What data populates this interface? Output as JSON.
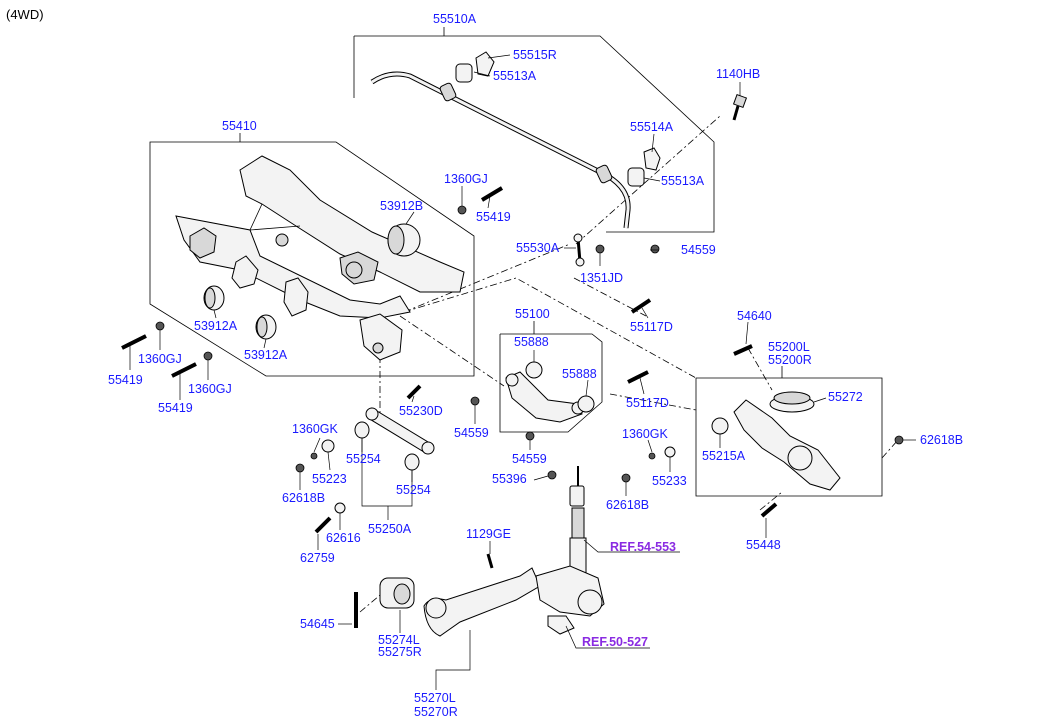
{
  "header": {
    "variant": "(4WD)"
  },
  "labels": {
    "p55510A": "55510A",
    "p55515R": "55515R",
    "p55513A_top": "55513A",
    "p1140HB": "1140HB",
    "p55514A": "55514A",
    "p55513A_right": "55513A",
    "p55530A": "55530A",
    "p54559_right": "54559",
    "p1351JD": "1351JD",
    "p55410": "55410",
    "p1360GJ_top": "1360GJ",
    "p55419_top": "55419",
    "p53912B": "53912B",
    "p53912A_1": "53912A",
    "p53912A_2": "53912A",
    "p1360GJ_1": "1360GJ",
    "p1360GJ_2": "1360GJ",
    "p55419_1": "55419",
    "p55419_2": "55419",
    "p55100": "55100",
    "p55117D_1": "55117D",
    "p55117D_2": "55117D",
    "p55888_1": "55888",
    "p55888_2": "55888",
    "p54559_1": "54559",
    "p54559_2": "54559",
    "p54640": "54640",
    "p55200L": "55200L",
    "p55200R": "55200R",
    "p55272": "55272",
    "p1360GK_right": "1360GK",
    "p55215A": "55215A",
    "p55233": "55233",
    "p62618B_right": "62618B",
    "p62618B_mid": "62618B",
    "p55448": "55448",
    "p55230D": "55230D",
    "p1360GK_left": "1360GK",
    "p55223": "55223",
    "p55254_1": "55254",
    "p55254_2": "55254",
    "p62618B_left": "62618B",
    "p62616": "62616",
    "p55250A": "55250A",
    "p62759": "62759",
    "p55396": "55396",
    "p1129GE": "1129GE",
    "p54645": "54645",
    "p55274L": "55274L",
    "p55275R": "55275R",
    "p55270L": "55270L",
    "p55270R": "55270R"
  },
  "references": {
    "ref_top": "REF.54-553",
    "ref_bottom": "REF.50-527"
  }
}
